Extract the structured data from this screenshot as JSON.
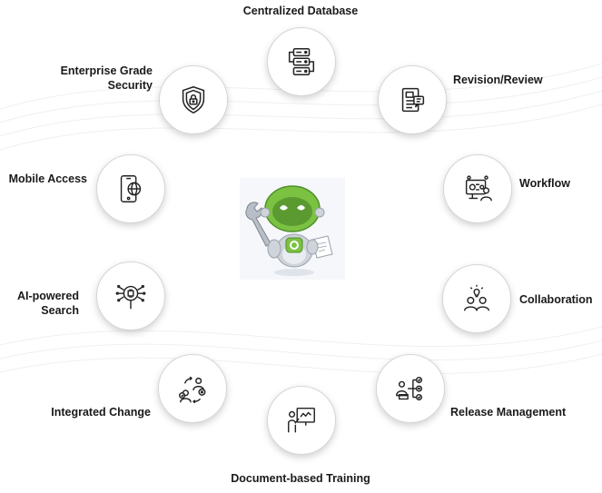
{
  "center": {
    "icon": "robot-mascot-icon"
  },
  "features": [
    {
      "id": "centralized-database",
      "label": "Centralized Database",
      "icon": "database-server-icon"
    },
    {
      "id": "revision-review",
      "label": "Revision/Review",
      "icon": "document-review-icon"
    },
    {
      "id": "workflow",
      "label": "Workflow",
      "icon": "workflow-icon"
    },
    {
      "id": "collaboration",
      "label": "Collaboration",
      "icon": "collaboration-icon"
    },
    {
      "id": "release-management",
      "label": "Release Management",
      "icon": "release-management-icon"
    },
    {
      "id": "document-based-training",
      "label": "Document-based Training",
      "icon": "training-board-icon"
    },
    {
      "id": "integrated-change",
      "label": "Integrated Change",
      "icon": "change-cycle-icon"
    },
    {
      "id": "ai-powered-search",
      "label_line1": "AI-powered",
      "label_line2": "Search",
      "icon": "ai-search-icon"
    },
    {
      "id": "mobile-access",
      "label": "Mobile Access",
      "icon": "mobile-globe-icon"
    },
    {
      "id": "enterprise-security",
      "label_line1": "Enterprise Grade",
      "label_line2": "Security",
      "icon": "security-shield-icon"
    }
  ],
  "colors": {
    "robot_green": "#7cc242",
    "robot_dark": "#2f6f1e",
    "robot_gray": "#c9ccd3",
    "text": "#1a1a1a"
  }
}
